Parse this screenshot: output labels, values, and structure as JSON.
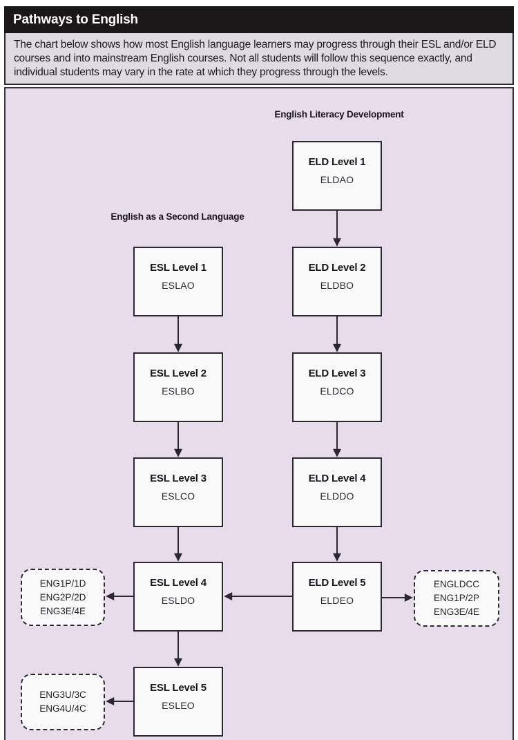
{
  "header": {
    "title": "Pathways to English"
  },
  "description": {
    "text": "The chart below shows how most English language learners may progress through their ESL and/or ELD courses and into mainstream English courses.  Not all students will follow this sequence exactly, and individual students may vary in the rate at which they progress through the levels."
  },
  "diagram": {
    "eld_column_label": "English Literacy Development",
    "esl_column_label": "English as a Second Language",
    "nodes": {
      "eld1": {
        "title": "ELD Level 1",
        "code": "ELDAO"
      },
      "eld2": {
        "title": "ELD Level 2",
        "code": "ELDBO"
      },
      "eld3": {
        "title": "ELD Level 3",
        "code": "ELDCO"
      },
      "eld4": {
        "title": "ELD Level 4",
        "code": "ELDDO"
      },
      "eld5": {
        "title": "ELD Level 5",
        "code": "ELDEO"
      },
      "esl1": {
        "title": "ESL Level 1",
        "code": "ESLAO"
      },
      "esl2": {
        "title": "ESL Level 2",
        "code": "ESLBO"
      },
      "esl3": {
        "title": "ESL Level 3",
        "code": "ESLCO"
      },
      "esl4": {
        "title": "ESL Level 4",
        "code": "ESLDO"
      },
      "esl5": {
        "title": "ESL Level 5",
        "code": "ESLEO"
      }
    },
    "outcomes": {
      "esl4": {
        "lines": [
          "ENG1P/1D",
          "ENG2P/2D",
          "ENG3E/4E"
        ]
      },
      "eld5": {
        "lines": [
          "ENGLDCC",
          "ENG1P/2P",
          "ENG3E/4E"
        ]
      },
      "esl5": {
        "lines": [
          "ENG3U/3C",
          "ENG4U/4C"
        ]
      }
    },
    "colors": {
      "flow_background": "#e6dcea",
      "node_fill": "#fbfafb",
      "line": "#2b2731",
      "header_bg": "#1a1719",
      "description_bg": "#dedce1"
    }
  }
}
